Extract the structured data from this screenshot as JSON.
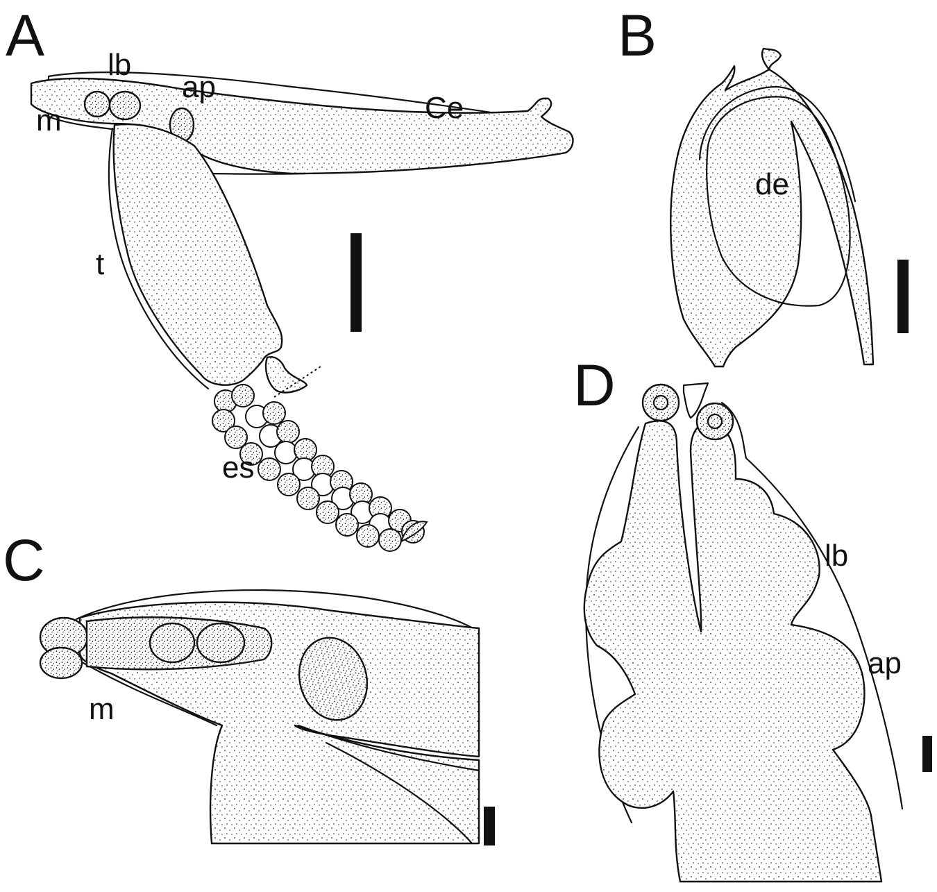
{
  "panels": [
    {
      "letter": "A",
      "labels": [
        "lb",
        "ap",
        "m",
        "Ce",
        "t",
        "es"
      ]
    },
    {
      "letter": "B",
      "labels": [
        "de"
      ]
    },
    {
      "letter": "C",
      "labels": [
        "m"
      ]
    },
    {
      "letter": "D",
      "labels": [
        "lb",
        "ap"
      ]
    }
  ],
  "colors": {
    "ink": "#111111",
    "background": "#ffffff"
  }
}
